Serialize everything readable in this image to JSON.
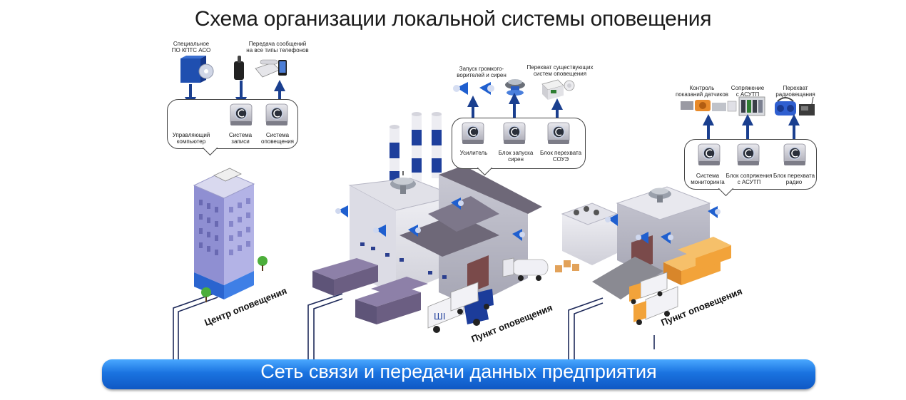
{
  "title": "Схема организации локальной системы оповещения",
  "network_label": "Сеть связи и передачи данных предприятия",
  "center": {
    "label": "Центр оповещения",
    "top_items": [
      {
        "label_lines": [
          "Специальное",
          "ПО КПТС АСО"
        ]
      },
      {
        "label_lines": [
          "Передача сообщений",
          "на все типы телефонов"
        ]
      }
    ],
    "devices": [
      {
        "label_lines": [
          "Управляющий",
          "компьютер"
        ]
      },
      {
        "label_lines": [
          "Система",
          "записи"
        ]
      },
      {
        "label_lines": [
          "Система",
          "оповещения"
        ]
      }
    ]
  },
  "point1": {
    "label": "Пункт оповещения",
    "top_items": [
      {
        "label_lines": [
          "Запуск громкого-",
          "ворителей и сирен"
        ]
      },
      {
        "label_lines": [
          "Перехват существующих",
          "систем оповещения"
        ]
      }
    ],
    "devices": [
      {
        "label_lines": [
          "Усилитель"
        ]
      },
      {
        "label_lines": [
          "Блок запуска",
          "сирен"
        ]
      },
      {
        "label_lines": [
          "Блок перехвата",
          "СОУЭ"
        ]
      }
    ]
  },
  "point2": {
    "label": "Пункт оповещения",
    "top_items": [
      {
        "label_lines": [
          "Контроль",
          "показаний датчиков"
        ]
      },
      {
        "label_lines": [
          "Сопряжение",
          "с АСУТП"
        ]
      },
      {
        "label_lines": [
          "Перехват",
          "радиовещания"
        ]
      }
    ],
    "devices": [
      {
        "label_lines": [
          "Система",
          "мониторинга"
        ]
      },
      {
        "label_lines": [
          "Блок сопряжения",
          "с АСУТП"
        ]
      },
      {
        "label_lines": [
          "Блок перехвата",
          "радио"
        ]
      }
    ]
  },
  "colors": {
    "network_blue": "#1a73e0",
    "arrow_navy": "#1a3f8f",
    "building_purple": "#9e9ed8",
    "building_base_blue": "#2f6fd6",
    "chimney_blue": "#1e3f9c",
    "roof_gray": "#6e6878",
    "container_purple": "#6b5e82",
    "container_orange": "#f2a33a",
    "truck_blue": "#1c3c9a"
  },
  "icons": [
    "computer-icon",
    "software-box-icon",
    "phone-icon",
    "server-module-icon",
    "loudspeaker-icon",
    "siren-icon",
    "alarm-panel-icon",
    "sensor-icon",
    "plc-icon",
    "radio-icon"
  ]
}
